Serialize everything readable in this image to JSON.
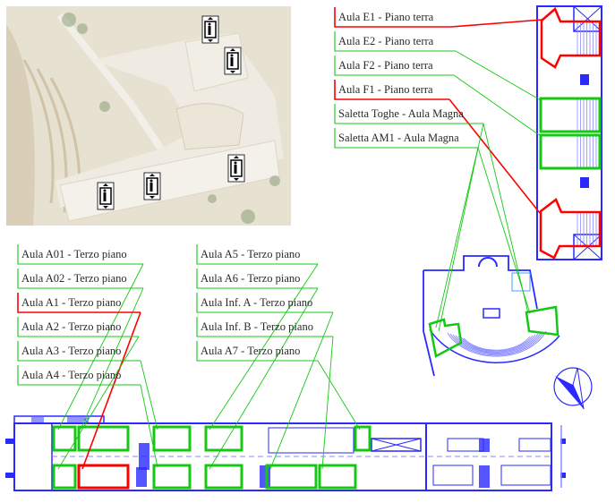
{
  "title": "Mappa aule - Polo universitario",
  "colors": {
    "plan": "#2a2aff",
    "planLight": "#8a8aff",
    "selected": "#ff0000",
    "available": "#14c814",
    "leader": "#3cd43c",
    "text": "#2a2a2a",
    "photoBg": "#e9e3d5"
  },
  "photo": {
    "name": "aerial-photo",
    "elevator_icons": [
      "elevator-icon",
      "elevator-icon",
      "elevator-icon",
      "elevator-icon",
      "elevator-icon"
    ]
  },
  "labels_ground_floor": [
    {
      "id": "aula-e1",
      "text": "Aula E1 - Piano terra",
      "status": "selected"
    },
    {
      "id": "aula-e2",
      "text": "Aula E2 - Piano terra",
      "status": "available"
    },
    {
      "id": "aula-f2",
      "text": "Aula F2 - Piano terra",
      "status": "available"
    },
    {
      "id": "aula-f1",
      "text": "Aula F1 - Piano terra",
      "status": "selected"
    },
    {
      "id": "saletta-toghe",
      "text": "Saletta Toghe - Aula Magna",
      "status": "available"
    },
    {
      "id": "saletta-am1",
      "text": "Saletta AM1 - Aula Magna",
      "status": "available"
    }
  ],
  "labels_third_floor_left": [
    {
      "id": "aula-a01",
      "text": "Aula A01 - Terzo piano",
      "status": "available"
    },
    {
      "id": "aula-a02",
      "text": "Aula A02 - Terzo piano",
      "status": "available"
    },
    {
      "id": "aula-a1",
      "text": "Aula A1 - Terzo piano",
      "status": "selected"
    },
    {
      "id": "aula-a2",
      "text": "Aula A2 - Terzo piano",
      "status": "available"
    },
    {
      "id": "aula-a3",
      "text": "Aula A3 - Terzo piano",
      "status": "available"
    },
    {
      "id": "aula-a4",
      "text": "Aula A4 - Terzo piano",
      "status": "available"
    }
  ],
  "labels_third_floor_right": [
    {
      "id": "aula-a5",
      "text": "Aula A5 - Terzo piano",
      "status": "available"
    },
    {
      "id": "aula-a6",
      "text": "Aula A6 - Terzo piano",
      "status": "available"
    },
    {
      "id": "aula-inf-a",
      "text": "Aula Inf. A - Terzo piano",
      "status": "available"
    },
    {
      "id": "aula-inf-b",
      "text": "Aula Inf. B - Terzo piano",
      "status": "available"
    },
    {
      "id": "aula-a7",
      "text": "Aula A7 - Terzo piano",
      "status": "available"
    }
  ],
  "compass": {
    "name": "north-arrow"
  }
}
